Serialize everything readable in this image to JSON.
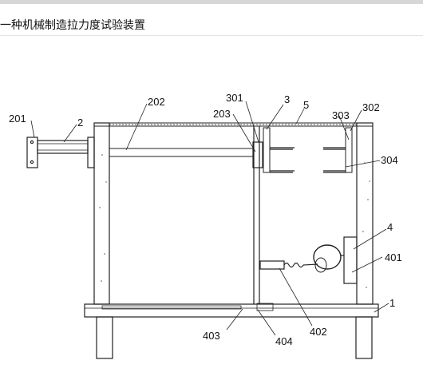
{
  "page_title": "一种机械制造拉力度试验装置",
  "labels": {
    "l201": "201",
    "l2": "2",
    "l202": "202",
    "l301": "301",
    "l3": "3",
    "l5": "5",
    "l203": "203",
    "l303": "303",
    "l302": "302",
    "l304": "304",
    "l4": "4",
    "l401": "401",
    "l1": "1",
    "l403": "403",
    "l404": "404",
    "l402": "402"
  }
}
